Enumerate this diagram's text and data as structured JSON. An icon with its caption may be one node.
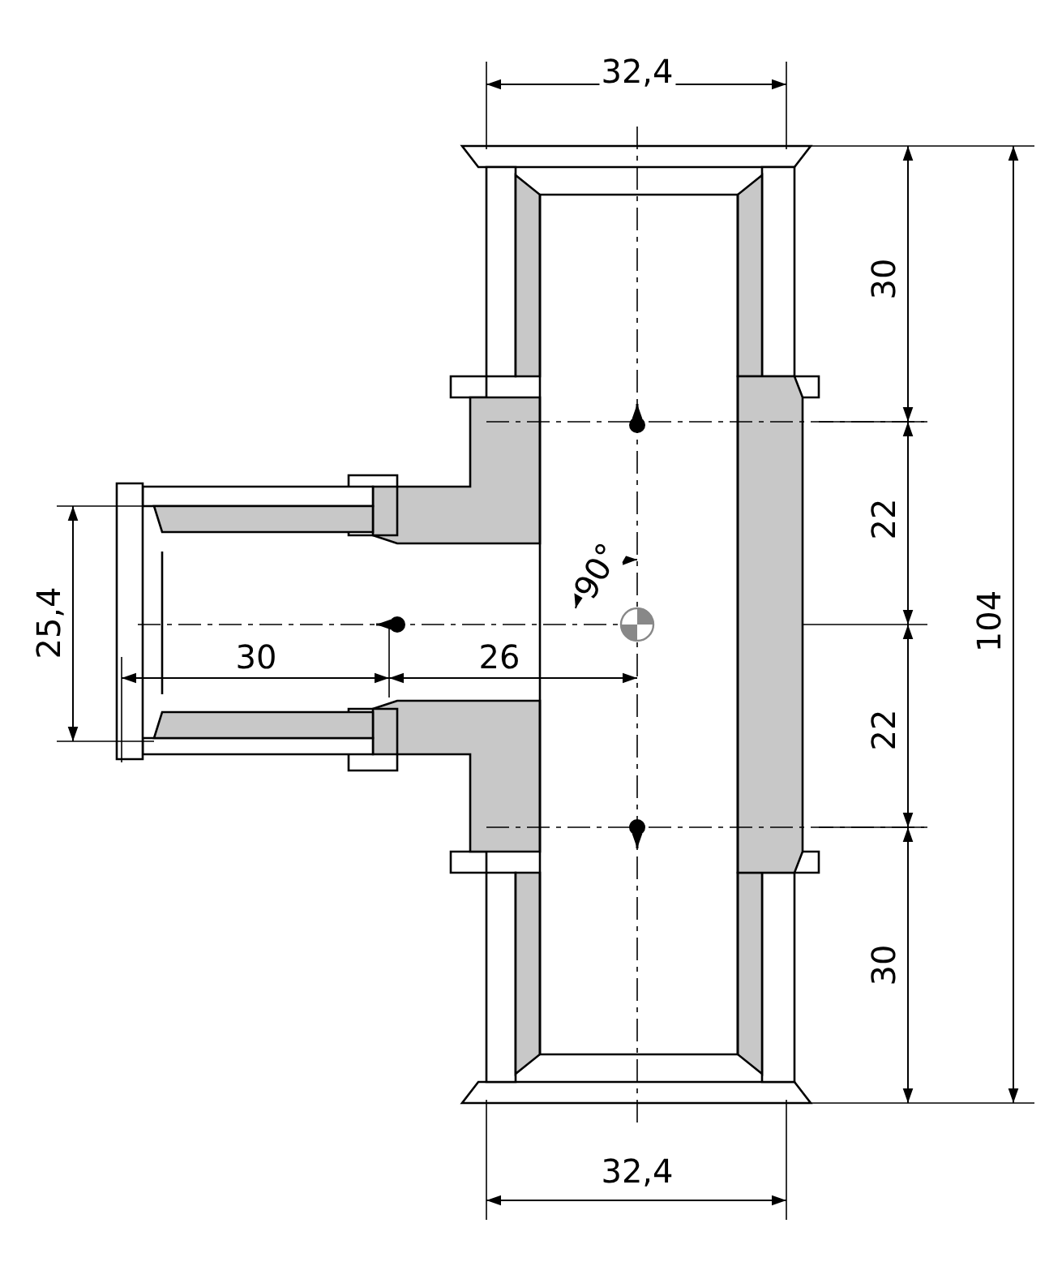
{
  "diagram": {
    "labels": [
      "32,4",
      "30",
      "22",
      "90°",
      "25,4",
      "104",
      "30",
      "26",
      "22",
      "30",
      "32,4"
    ]
  }
}
